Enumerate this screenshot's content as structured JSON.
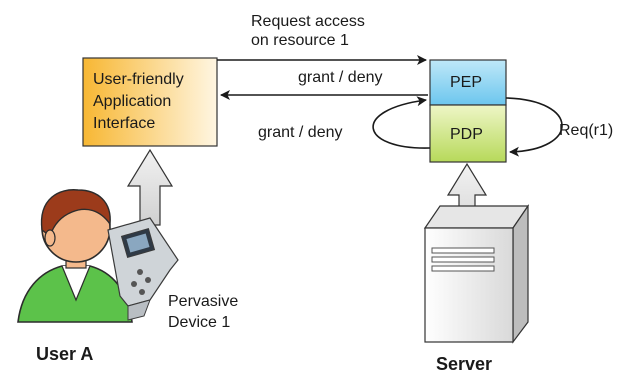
{
  "app_box": {
    "line1": "User-friendly",
    "line2": "Application",
    "line3": "Interface"
  },
  "pep_label": "PEP",
  "pdp_label": "PDP",
  "request_label": {
    "line1": "Request access",
    "line2": "on resource 1"
  },
  "grant_deny_top": "grant / deny",
  "grant_deny_loop": "grant / deny",
  "req_label": "Req(r1)",
  "device_label": {
    "line1": "Pervasive",
    "line2": "Device 1"
  },
  "user_label": "User A",
  "server_label": "Server",
  "colors": {
    "app_gradient_start": "#f7b733",
    "app_gradient_end": "#fff6e2",
    "pep_fill": "#8fd3f0",
    "pdp_fill": "#c9e37a",
    "user_shirt": "#5cc24a",
    "user_face": "#f4b98c",
    "user_hair": "#9c3b1b"
  }
}
